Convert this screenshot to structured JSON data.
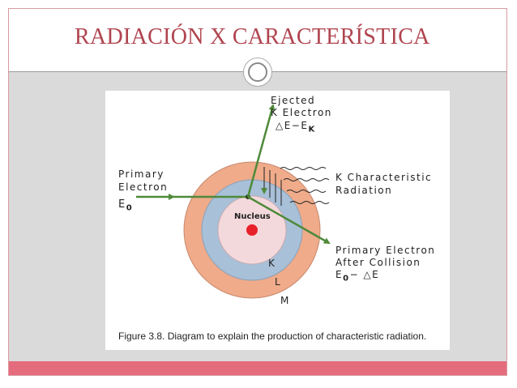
{
  "slide": {
    "title": "RADIACIÓN X CARACTERÍSTICA"
  },
  "diagram": {
    "labels": {
      "ejected_line1": "Ejected",
      "ejected_line2": "K Electron",
      "ejected_line3": "△E−E",
      "ejected_sub": "K",
      "primary_line1": "Primary",
      "primary_line2": "Electron",
      "primary_line3": "E",
      "primary_sub": "0",
      "kchar_line1": "K Characteristic",
      "kchar_line2": "Radiation",
      "after_line1": "Primary Electron",
      "after_line2": "After Collision",
      "after_line3_pre": "E",
      "after_sub": "0",
      "after_line3_post": "− △E",
      "nucleus": "Nucleus",
      "shell_k": "K",
      "shell_l": "L",
      "shell_m": "M"
    },
    "caption": "Figure 3.8. Diagram to explain the production of characteristic radiation."
  },
  "colors": {
    "title": "#b0454f",
    "footer": "#e46c7c",
    "shell_m": "#efab8a",
    "shell_l": "#a8c0d8",
    "shell_k": "#f4d9dc",
    "nucleus": "#e8202a",
    "arrow": "#4f8a3a"
  }
}
